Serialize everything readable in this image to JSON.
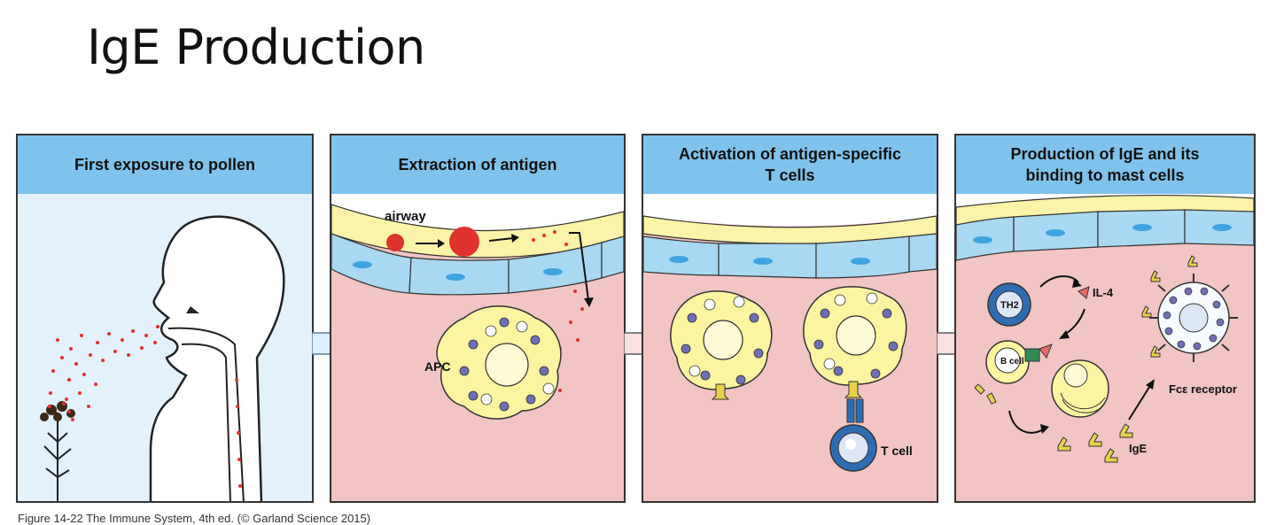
{
  "title": "IgE Production",
  "panels": [
    {
      "heading": "First exposure to pollen"
    },
    {
      "heading": "Extraction of antigen",
      "labels": {
        "airway": "airway",
        "apc": "APC"
      }
    },
    {
      "heading": "Activation of antigen-specific\nT cells",
      "labels": {
        "tcell": "T cell"
      }
    },
    {
      "heading": "Production of IgE and its\nbinding to mast cells",
      "labels": {
        "th2": "TH2",
        "il4": "IL-4",
        "bcell": "B cell",
        "ige": "IgE",
        "fc": "Fcε receptor"
      }
    }
  ],
  "caption": "Figure 14-22 The Immune System, 4th ed. (© Garland Science 2015)",
  "colors": {
    "header": "#7fc3ec",
    "tissue": "#f2c4c4",
    "mucus": "#faf3a8",
    "epithelium": "#a9d8f2",
    "pollen": "#e0332f",
    "cell_fill": "#fbf4a0",
    "tcell_ring": "#2f6db3"
  }
}
